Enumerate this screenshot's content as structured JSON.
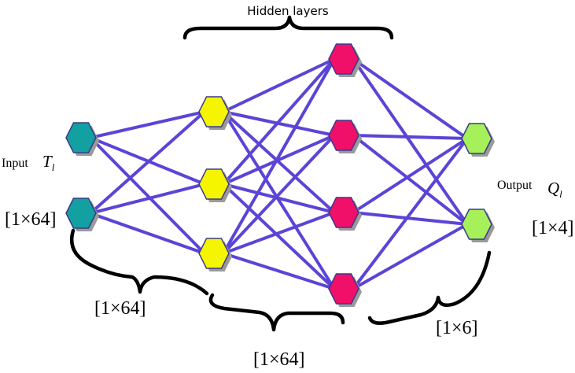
{
  "title": "Hidden layers",
  "input": {
    "label": "Input",
    "symbol": "T",
    "subscript": "l",
    "dims": "[1×64]"
  },
  "output": {
    "label": "Output",
    "symbol": "Q",
    "subscript": "l",
    "dims": "[1×4]"
  },
  "layer_dims": [
    "[1×64]",
    "[1×64]",
    "[1×6]"
  ],
  "layers": [
    {
      "name": "input-layer",
      "size": 2,
      "color": "#12a0a0"
    },
    {
      "name": "hidden-layer-1",
      "size": 3,
      "color": "#f5f500"
    },
    {
      "name": "hidden-layer-2",
      "size": 4,
      "color": "#f0106a"
    },
    {
      "name": "output-layer",
      "size": 2,
      "color": "#a6f05a"
    }
  ],
  "colors": {
    "edge": "#5b44d6",
    "brace": "#000000"
  }
}
